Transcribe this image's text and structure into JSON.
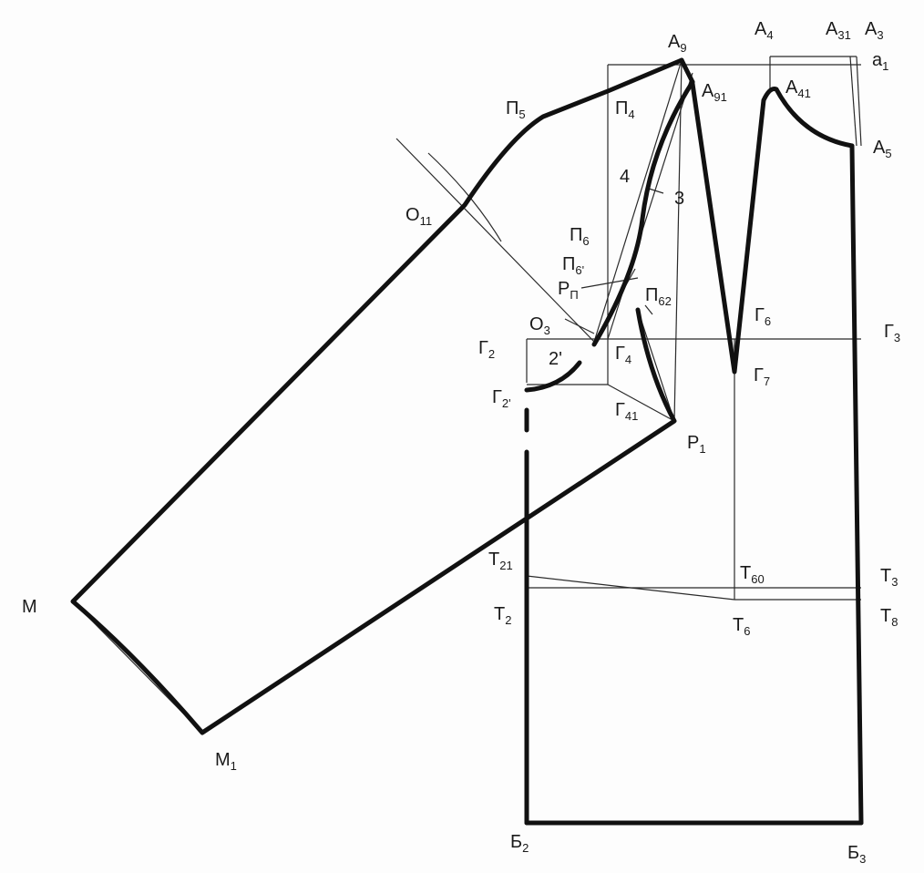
{
  "labels": {
    "A9": {
      "main": "А",
      "sub": "9"
    },
    "A4": {
      "main": "А",
      "sub": "4"
    },
    "A31": {
      "main": "А",
      "sub": "31"
    },
    "A3": {
      "main": "А",
      "sub": "3"
    },
    "a1": {
      "main": "а",
      "sub": "1"
    },
    "A91": {
      "main": "А",
      "sub": "91"
    },
    "A41": {
      "main": "А",
      "sub": "41"
    },
    "A5": {
      "main": "А",
      "sub": "5"
    },
    "P5": {
      "main": "П",
      "sub": "5"
    },
    "P4": {
      "main": "П",
      "sub": "4"
    },
    "n4": {
      "main": "4",
      "sub": ""
    },
    "n3": {
      "main": "3",
      "sub": ""
    },
    "O11": {
      "main": "О",
      "sub": "11"
    },
    "P6": {
      "main": "П",
      "sub": "6"
    },
    "P6p": {
      "main": "П",
      "sub": "6'"
    },
    "Rp": {
      "main": "Р",
      "sub": "П"
    },
    "P62": {
      "main": "П",
      "sub": "62"
    },
    "G6": {
      "main": "Г",
      "sub": "6"
    },
    "G3": {
      "main": "Г",
      "sub": "3"
    },
    "O3": {
      "main": "О",
      "sub": "3"
    },
    "G2": {
      "main": "Г",
      "sub": "2"
    },
    "n2p": {
      "main": "2'",
      "sub": ""
    },
    "G4": {
      "main": "Г",
      "sub": "4"
    },
    "G7": {
      "main": "Г",
      "sub": "7"
    },
    "G2p": {
      "main": "Г",
      "sub": "2'"
    },
    "G41": {
      "main": "Г",
      "sub": "41"
    },
    "R1": {
      "main": "Р",
      "sub": "1"
    },
    "T21": {
      "main": "Т",
      "sub": "21"
    },
    "T60": {
      "main": "Т",
      "sub": "60"
    },
    "T3": {
      "main": "Т",
      "sub": "3"
    },
    "M": {
      "main": "М",
      "sub": ""
    },
    "T2": {
      "main": "Т",
      "sub": "2"
    },
    "T6": {
      "main": "Т",
      "sub": "6"
    },
    "T8": {
      "main": "Т",
      "sub": "8"
    },
    "M1": {
      "main": "М",
      "sub": "1"
    },
    "B2": {
      "main": "Б",
      "sub": "2"
    },
    "B3": {
      "main": "Б",
      "sub": "3"
    }
  }
}
